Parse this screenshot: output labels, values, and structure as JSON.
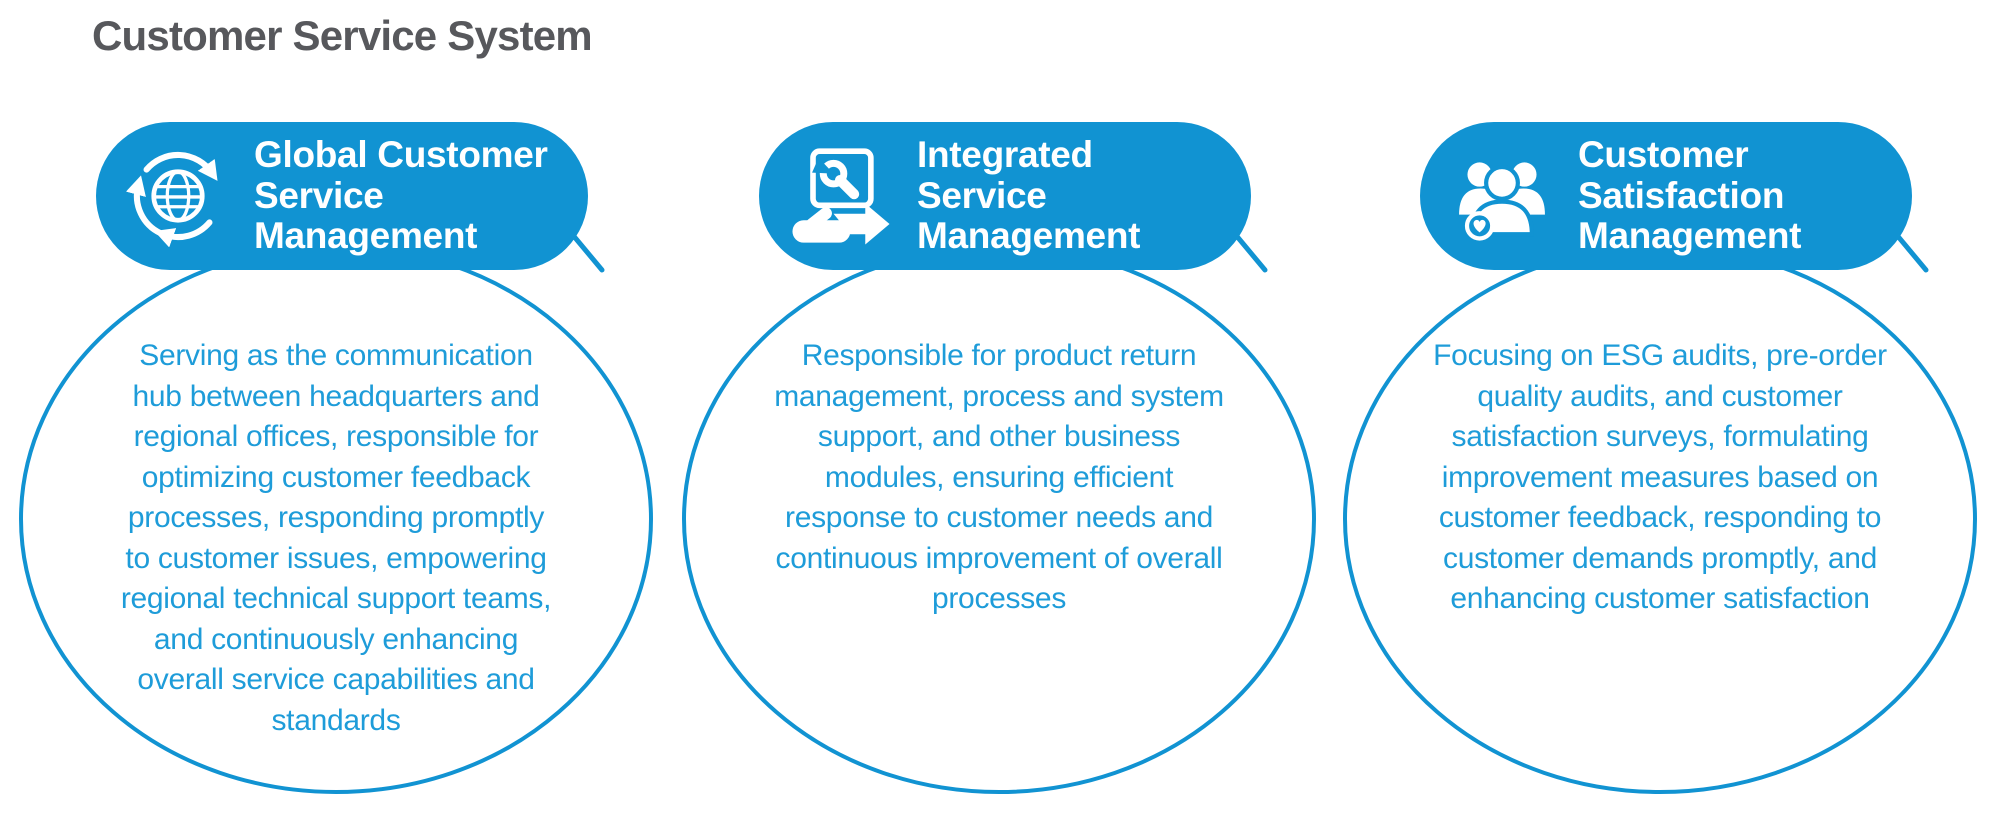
{
  "page": {
    "title": "Customer Service System"
  },
  "colors": {
    "brand_blue": "#1193D2",
    "body_text_blue": "#1E9CD9",
    "heading_gray": "#57585C"
  },
  "cards": [
    {
      "icon": "globe-cycle-icon",
      "title": "Global Customer\nService\nManagement",
      "description": "Serving as the communication\nhub between headquarters and\nregional offices, responsible for\noptimizing customer feedback\nprocesses, responding promptly\nto customer issues, empowering\nregional technical support teams,\nand continuously enhancing\noverall service capabilities and\nstandards"
    },
    {
      "icon": "device-wrench-hand-icon",
      "title": "Integrated\nService\nManagement",
      "description": "Responsible for product return\nmanagement, process and system\nsupport, and other business\nmodules, ensuring efficient\nresponse to customer needs and\ncontinuous improvement of overall\nprocesses"
    },
    {
      "icon": "customers-heart-icon",
      "title": "Customer\nSatisfaction\nManagement",
      "description": "Focusing on ESG audits, pre-order\nquality audits, and customer\nsatisfaction surveys, formulating\nimprovement measures based on\ncustomer feedback, responding to\ncustomer demands promptly, and\nenhancing customer satisfaction"
    }
  ]
}
